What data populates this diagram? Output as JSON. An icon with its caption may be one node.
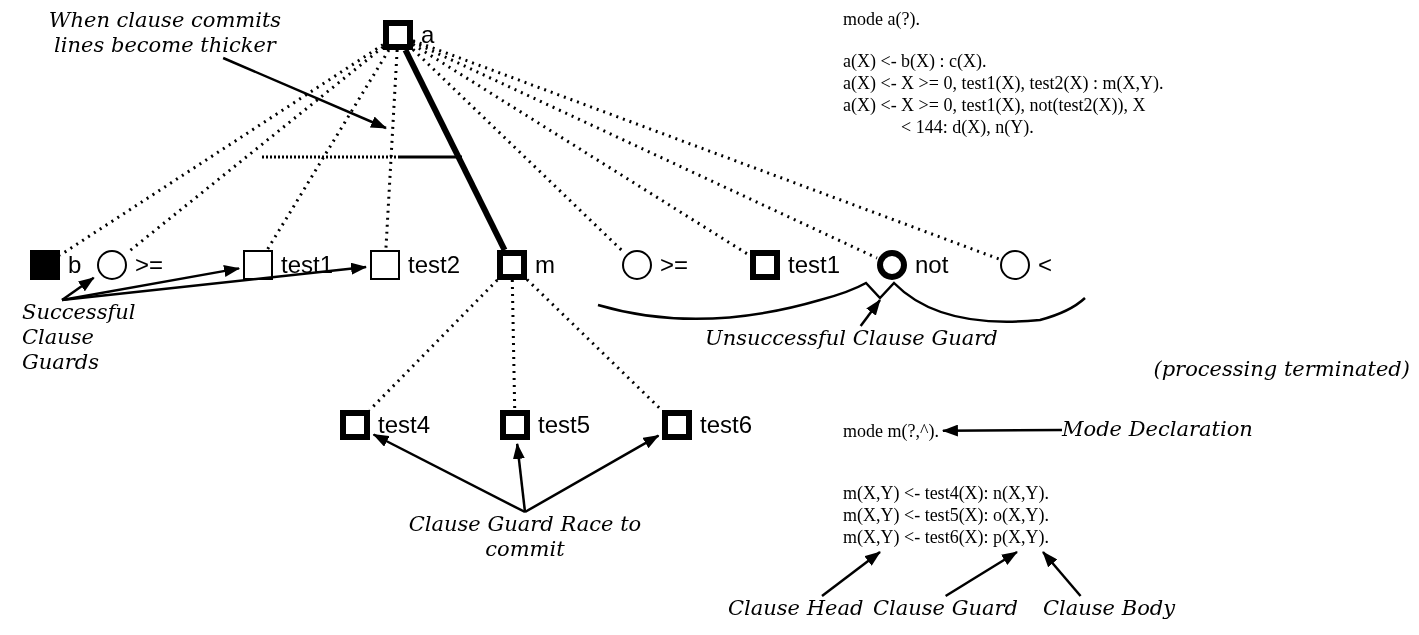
{
  "diagram": {
    "nodes": [
      {
        "text": [
          "a"
        ]
      },
      {
        "text": [
          "b"
        ]
      },
      {
        "text": [
          ">="
        ]
      },
      {
        "text": [
          "test1"
        ]
      },
      {
        "text": [
          "test2"
        ]
      },
      {
        "text": [
          "m"
        ]
      },
      {
        "text": [
          ">="
        ]
      },
      {
        "text": [
          "test1"
        ]
      },
      {
        "text": [
          "not"
        ]
      },
      {
        "text": [
          "<"
        ]
      },
      {
        "text": [
          "test4"
        ]
      },
      {
        "text": [
          "test5"
        ]
      },
      {
        "text": [
          "test6"
        ]
      },
      {
        "text": [
          "When clause commits lines become thicker"
        ]
      },
      {
        "text": [
          "Successful Clause Guards"
        ]
      },
      {
        "text": [
          "Unsuccessful Clause Guard",
          "(processing terminated)"
        ]
      },
      {
        "text": [
          "Clause Guard Race to commit"
        ]
      },
      {
        "text": [
          "mode m(?,^)."
        ]
      },
      {
        "text": [
          "Mode Declaration"
        ]
      },
      {
        "text": [
          "Clause Head"
        ]
      },
      {
        "text": [
          "Clause Guard"
        ]
      },
      {
        "text": [
          "Clause Body"
        ]
      },
      {
        "text": [
          "m(X,Y) <- test6(X): p(X,Y)."
        ]
      }
    ],
    "edges": [
      {
        "from": 0,
        "to": 1,
        "arrow": "none",
        "style": "dashed"
      },
      {
        "from": 0,
        "to": 2,
        "arrow": "none",
        "style": "dashed"
      },
      {
        "from": 0,
        "to": 3,
        "arrow": "none",
        "style": "dashed"
      },
      {
        "from": 0,
        "to": 4,
        "arrow": "none",
        "style": "dashed"
      },
      {
        "from": 0,
        "to": 5,
        "arrow": "none",
        "style": "thick"
      },
      {
        "from": 0,
        "to": 6,
        "arrow": "none",
        "style": "dashed"
      },
      {
        "from": 0,
        "to": 7,
        "arrow": "none",
        "style": "dashed"
      },
      {
        "from": 0,
        "to": 8,
        "arrow": "none",
        "style": "dashed"
      },
      {
        "from": 0,
        "to": 9,
        "arrow": "none",
        "style": "dashed"
      },
      {
        "from": 5,
        "to": 10,
        "arrow": "none",
        "style": "dashed"
      },
      {
        "from": 5,
        "to": 11,
        "arrow": "none",
        "style": "dashed"
      },
      {
        "from": 5,
        "to": 12,
        "arrow": "none",
        "style": "dashed"
      },
      {
        "from": 13,
        "to": null,
        "arrow": "to"
      },
      {
        "from": 14,
        "to": 2,
        "arrow": "to"
      },
      {
        "from": 14,
        "to": 3,
        "arrow": "to"
      },
      {
        "from": 14,
        "to": 4,
        "arrow": "to"
      },
      {
        "from": 15,
        "to": null,
        "arrow": "to"
      },
      {
        "from": 16,
        "to": 10,
        "arrow": "to"
      },
      {
        "from": 16,
        "to": 11,
        "arrow": "to"
      },
      {
        "from": 16,
        "to": 12,
        "arrow": "to"
      },
      {
        "from": 18,
        "to": 17,
        "arrow": "to"
      },
      {
        "from": 19,
        "to": 22,
        "arrow": "to"
      },
      {
        "from": 20,
        "to": 22,
        "arrow": "to"
      },
      {
        "from": 21,
        "to": 22,
        "arrow": "to"
      }
    ],
    "labels": [
      "mode a(?).",
      "a(X) <- b(X) : c(X).",
      "a(X) <- X >= 0, test1(X), test2(X) : m(X,Y).",
      "a(X) <- X >= 0, test1(X), not(test2(X)), X < 144: d(X), n(Y).",
      "m(X,Y) <- test4(X): n(X,Y).",
      "m(X,Y) <- test5(X): o(X,Y)."
    ]
  }
}
